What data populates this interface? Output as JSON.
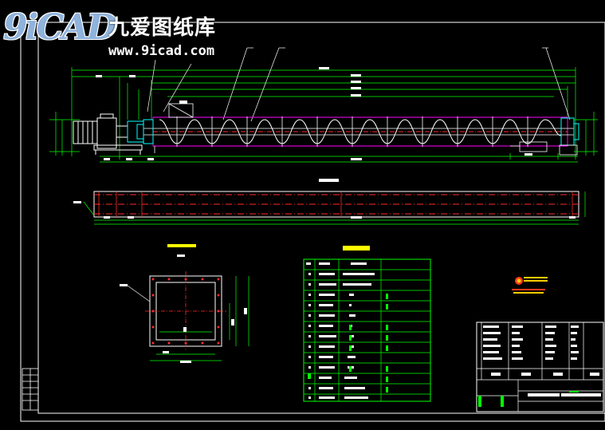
{
  "watermark": {
    "logo": "9iCAD",
    "name": "九爱图纸库",
    "url": "www.9icad.com"
  },
  "drawing": {
    "views": [
      "main-conveyor-elevation",
      "trough-plan-view",
      "inlet-flange-detail",
      "parameter-table",
      "title-block"
    ],
    "colors": {
      "background": "#000000",
      "outline": "#ffffff",
      "dimension": "#00ff00",
      "centerline": "#ff2a2a",
      "hidden": "#ff00ff",
      "accent": "#00ffff",
      "note": "#ffff00"
    },
    "icons": [
      "stamp-icon"
    ]
  }
}
